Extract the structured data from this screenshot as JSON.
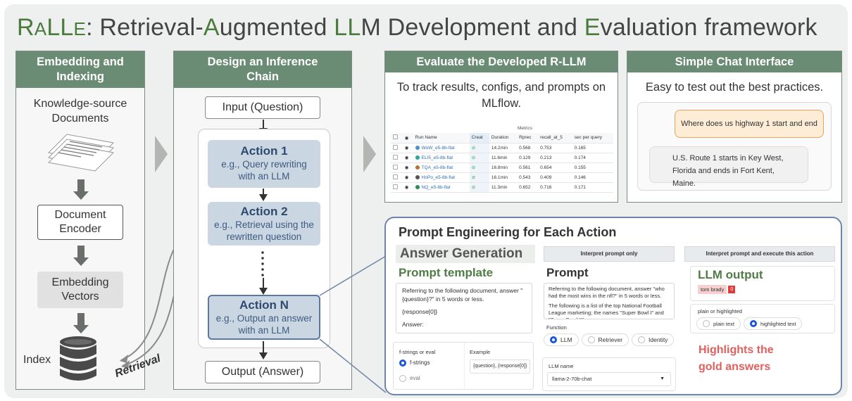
{
  "title": {
    "r": "R",
    "a_small": "A",
    "ll": "LL",
    "e_small": "E",
    "rest_1": ": Retrieval-",
    "a2": "A",
    "rest_2": "ugmented ",
    "llm": "LL",
    "rest_3": "M Development and ",
    "e2": "E",
    "rest_4": "valuation framework"
  },
  "embedding": {
    "header": "Embedding and Indexing",
    "docs_label": "Knowledge-source Documents",
    "encoder": "Document Encoder",
    "vectors": "Embedding Vectors",
    "index": "Index",
    "retrieval": "Retrieval"
  },
  "chain": {
    "header": "Design an Inference Chain",
    "input": "Input (Question)",
    "output": "Output (Answer)",
    "actions": [
      {
        "title": "Action 1",
        "desc": "e.g., Query rewriting with an LLM"
      },
      {
        "title": "Action 2",
        "desc": "e.g., Retrieval using the rewritten question"
      },
      {
        "title": "Action N",
        "desc": "e.g., Output an answer with an LLM"
      }
    ]
  },
  "evaluate": {
    "header": "Evaluate the Developed R-LLM",
    "desc": "To track results, configs, and prompts on MLflow.",
    "group_label": "Metrics",
    "columns": [
      "Run Name",
      "Creat",
      "Duration",
      "Rprec",
      "recall_at_5",
      "sec per query"
    ],
    "rows": [
      {
        "name": "WoW_e5-8b-flat",
        "color": "#4a90d9",
        "duration": "14.2min",
        "rprec": "0.568",
        "recall": "0.753",
        "sec": "0.165"
      },
      {
        "name": "ELI5_e5-8b-flat",
        "color": "#2aa6a0",
        "duration": "11.6min",
        "rprec": "0.129",
        "recall": "0.213",
        "sec": "0.174"
      },
      {
        "name": "TQA_e5-8b-flat",
        "color": "#b8732e",
        "duration": "16.8min",
        "rprec": "0.561",
        "recall": "0.654",
        "sec": "0.155"
      },
      {
        "name": "HoPo_e5-8b-flat",
        "color": "#555555",
        "duration": "16.1min",
        "rprec": "0.543",
        "recall": "0.409",
        "sec": "0.146"
      },
      {
        "name": "NQ_e5-8b-flat",
        "color": "#2e8b57",
        "duration": "11.3min",
        "rprec": "0.652",
        "recall": "0.716",
        "sec": "0.171"
      }
    ]
  },
  "chat": {
    "header": "Simple Chat Interface",
    "desc": "Easy to test out the best practices.",
    "user_msg": "Where does us highway 1 start and end",
    "bot_msg": "U.S. Route 1 starts in Key West, Florida and ends in Fort Kent, Maine."
  },
  "prompt_eng": {
    "title": "Prompt Engineering for Each Action",
    "answer_gen": "Answer Generation",
    "btn_interpret": "Interpret prompt only",
    "btn_execute": "Interpret prompt and execute this action",
    "template_h": "Prompt template",
    "template_text_1": "Referring to the following document, answer \"{question}?\" in 5 words or less.",
    "template_text_2": "{response[0]}",
    "template_text_3": "Answer:",
    "fstr_label": "f-strings or eval",
    "opt_fstrings": "f-strings",
    "opt_eval": "eval",
    "example_label": "Example",
    "example_value": "{question}, {response[0]}",
    "prompt_h": "Prompt",
    "prompt_text_1": "Referring to the following document, answer \"who had the most wins in the nfl?\" in 5 words or less.",
    "prompt_text_2": "The following is a list of the top National Football League marketing; the names \"Super Bowl I\" and \"Super Bowl II\"",
    "function_label": "Function",
    "func_opts": [
      "LLM",
      "Retriever",
      "Identity"
    ],
    "llm_name_label": "LLM name",
    "llm_name_value": "llama-2-70b-chat",
    "output_h": "LLM output",
    "output_value": "tom brady",
    "output_badge": "0",
    "ph_label": "plain or highlighted",
    "opt_plain": "plain text",
    "opt_high": "highlighted text",
    "highlight_note_1": "Highlights the",
    "highlight_note_2": "gold answers"
  }
}
